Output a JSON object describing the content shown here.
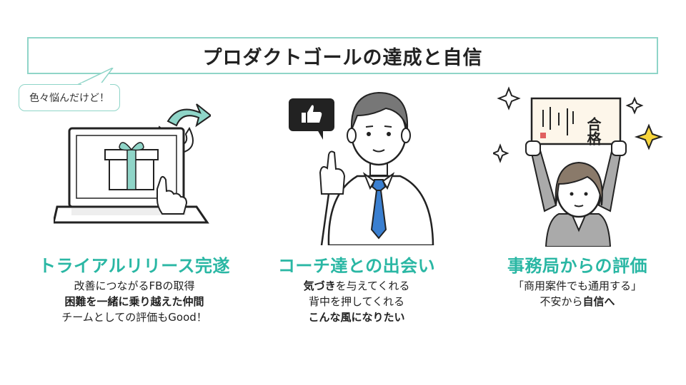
{
  "header": {
    "title": "プロダクトゴールの達成と自信"
  },
  "bubble": {
    "text": "色々悩んだけど！"
  },
  "illustration": {
    "sign_text": "合格",
    "colors": {
      "accent": "#2ab7a4",
      "border": "#8fd5c8",
      "tie": "#3a7fd0"
    }
  },
  "columns": [
    {
      "title": "トライアルリリース完遂",
      "lines": [
        {
          "text": "改善につながるFBの取得",
          "bold": false
        },
        {
          "text": "困難を一緒に乗り越えた仲間",
          "bold": true
        },
        {
          "text": "チームとしての評価もGood！",
          "bold": false
        }
      ]
    },
    {
      "title": "コーチ達との出会い",
      "lines": [
        {
          "parts": [
            {
              "text": "気づき",
              "bold": true
            },
            {
              "text": "を与えてくれる",
              "bold": false
            }
          ]
        },
        {
          "text": "背中を押してくれる",
          "bold": false
        },
        {
          "text": "こんな風になりたい",
          "bold": true
        }
      ]
    },
    {
      "title": "事務局からの評価",
      "lines": [
        {
          "text": "「商用案件でも通用する」",
          "bold": false
        },
        {
          "parts": [
            {
              "text": "不安から",
              "bold": false
            },
            {
              "text": "自信へ",
              "bold": true
            }
          ]
        }
      ]
    }
  ]
}
